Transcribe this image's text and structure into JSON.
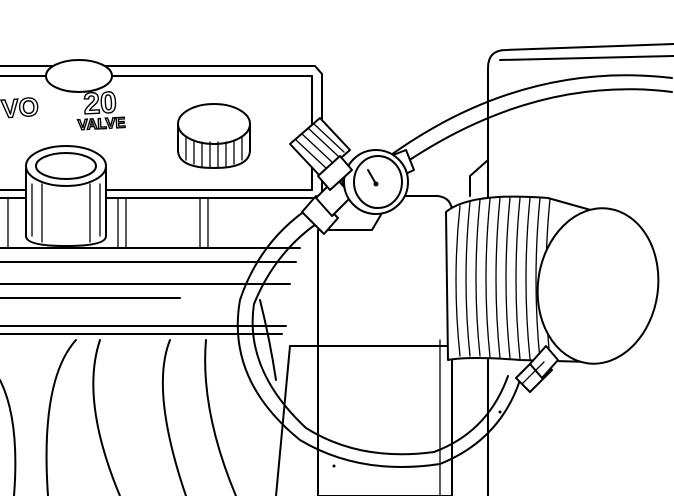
{
  "illustration": {
    "valve_cover_text": {
      "number": "20",
      "word": "VALVE",
      "brand_fragment": "VO"
    },
    "colors": {
      "ink": "#000000",
      "paper": "#ffffff"
    }
  }
}
